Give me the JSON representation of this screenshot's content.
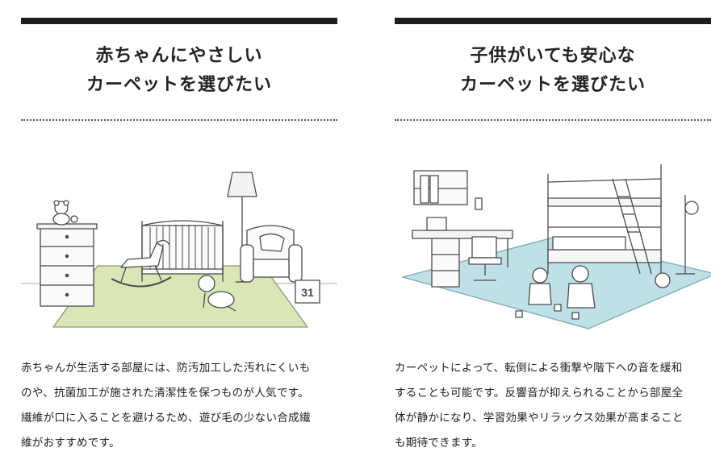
{
  "left": {
    "heading_line1": "赤ちゃんにやさしい",
    "heading_line2": "カーペットを選びたい",
    "body_lines": [
      "赤ちゃんが生活する部屋には、防汚加工した汚れにくいも",
      "のや、抗菌加工が施された清潔性を保つものが人気です。",
      "繊維が口に入ることを避けるため、遊び毛の少ない合成繊",
      "維がおすすめです。"
    ],
    "block_label": "31"
  },
  "right": {
    "heading_line1": "子供がいても安心な",
    "heading_line2": "カーペットを選びたい",
    "body_lines": [
      "カーペットによって、転倒による衝撃や階下への音を緩和",
      "することも可能です。反響音が抑えられることから部屋全",
      "体が静かになり、学習効果やリラックス効果が高まること",
      "も期待できます。"
    ]
  },
  "colors": {
    "rule": "#1e1e1e",
    "green_carpet": "#d9e6b5",
    "blue_carpet": "#bfe0e6",
    "line": "#4a4a4a"
  }
}
